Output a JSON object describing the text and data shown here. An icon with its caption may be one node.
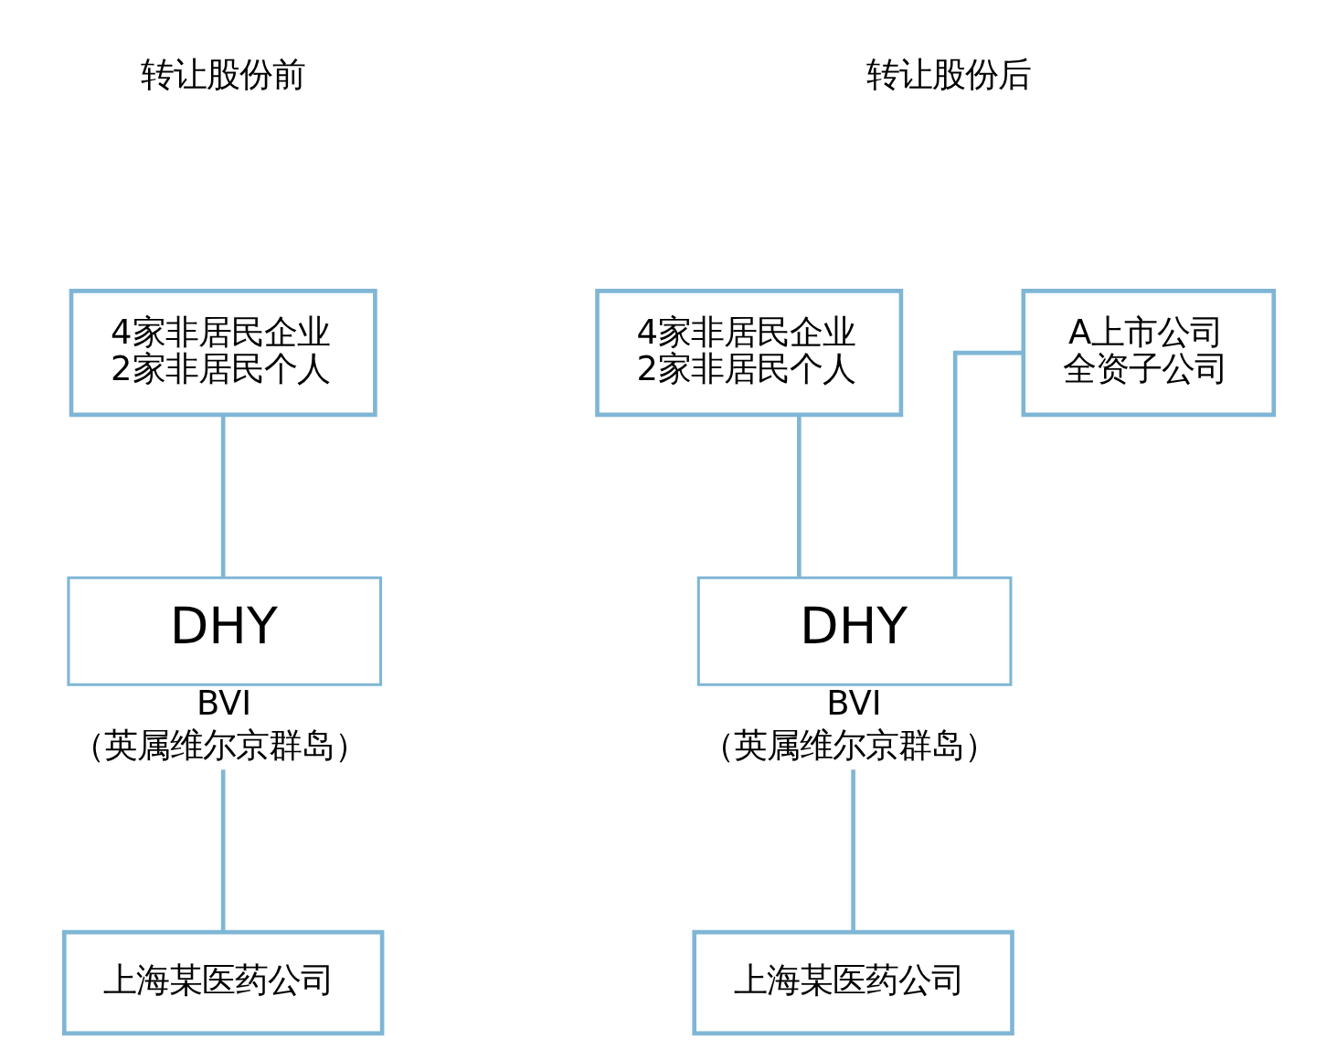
{
  "diagram": {
    "nodes": [
      {
        "text": [
          "4家非居民企业",
          "2家非居民个人"
        ]
      },
      {
        "text": [
          "DHY"
        ],
        "beside": [
          "BVI",
          "（英属维尔京群岛）"
        ]
      },
      {
        "text": [
          "上海某医药公司"
        ]
      },
      {
        "text": [
          "4家非居民企业",
          "2家非居民个人"
        ]
      },
      {
        "text": [
          "A上市公司",
          "全资子公司"
        ]
      },
      {
        "text": [
          "DHY"
        ],
        "beside": [
          "BVI",
          "（英属维尔京群岛）"
        ]
      },
      {
        "text": [
          "上海某医药公司"
        ]
      }
    ],
    "edges": [
      {
        "from": 0,
        "to": 1,
        "arrow": "none"
      },
      {
        "from": 1,
        "to": 2,
        "arrow": "none"
      },
      {
        "from": 3,
        "to": 5,
        "arrow": "none"
      },
      {
        "from": 4,
        "to": 5,
        "arrow": "none"
      },
      {
        "from": 5,
        "to": 6,
        "arrow": "none"
      }
    ],
    "labels": [
      "转让股份前",
      "转让股份后"
    ]
  }
}
